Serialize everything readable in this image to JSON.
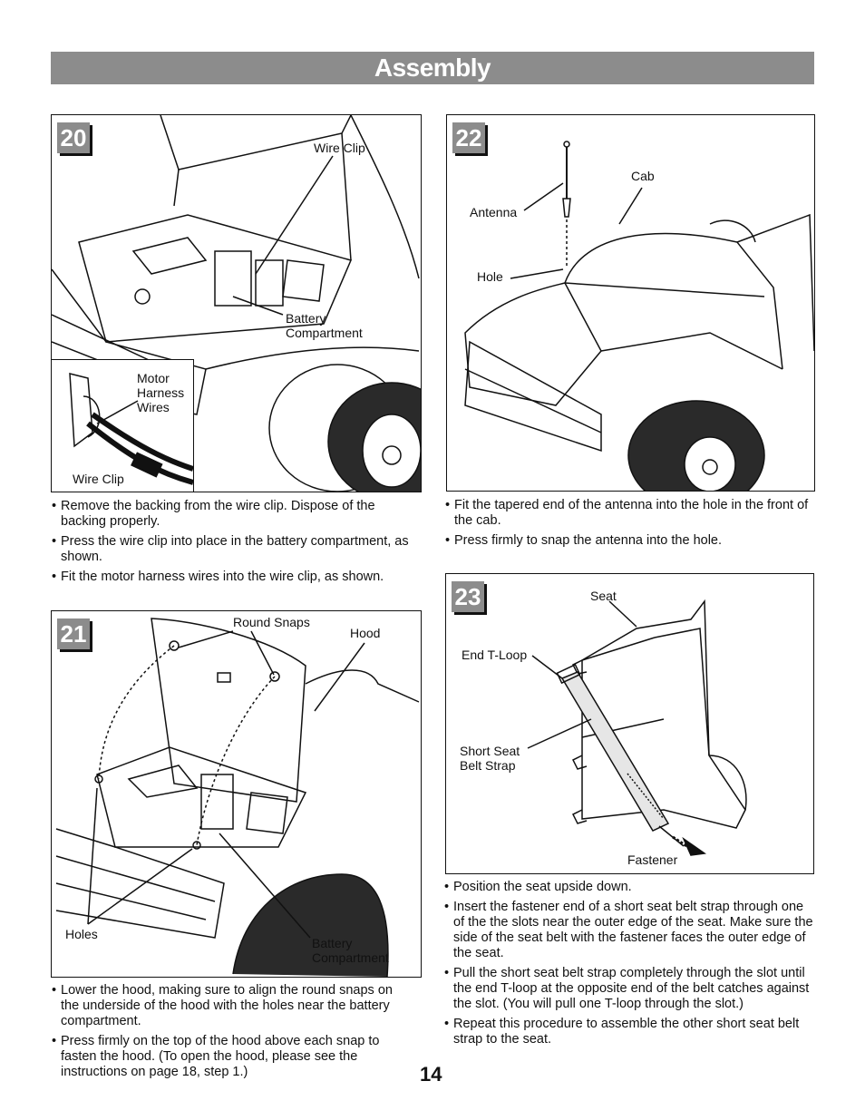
{
  "header": {
    "title": "Assembly"
  },
  "steps": {
    "s20": {
      "number": "20",
      "labels": {
        "wire_clip_top": "Wire Clip",
        "battery_compartment": "Battery Compartment",
        "motor_harness_wires": "Motor Harness Wires",
        "wire_clip_inset": "Wire Clip"
      },
      "bullets": [
        "Remove the backing from the wire clip. Dispose of the backing properly.",
        "Press the wire clip into place in the battery compartment, as shown.",
        "Fit the motor harness wires into the wire clip, as shown."
      ]
    },
    "s21": {
      "number": "21",
      "labels": {
        "round_snaps": "Round Snaps",
        "hood": "Hood",
        "holes": "Holes",
        "battery_compartment": "Battery Compartment"
      },
      "bullets": [
        "Lower the hood, making sure to align the round snaps on the underside of the hood with the holes near the battery compartment.",
        "Press firmly on the top of the hood above each snap to fasten the hood. (To open the hood, please see the instructions on page 18, step 1.)"
      ]
    },
    "s22": {
      "number": "22",
      "labels": {
        "cab": "Cab",
        "antenna": "Antenna",
        "hole": "Hole"
      },
      "bullets": [
        "Fit the tapered end of the antenna into the hole in the front of the cab.",
        "Press firmly to snap the antenna into the hole."
      ]
    },
    "s23": {
      "number": "23",
      "labels": {
        "seat": "Seat",
        "end_t_loop": "End T-Loop",
        "short_seat_belt_strap": "Short Seat Belt Strap",
        "fastener": "Fastener"
      },
      "bullets": [
        "Position the seat upside down.",
        "Insert the fastener end of a short seat belt strap through one of the the slots near the outer edge of the seat. Make sure the side of the seat belt with the fastener faces the outer edge of the seat.",
        "Pull the short seat belt strap completely through the slot until the end T-loop at the opposite end of the belt catches against the slot. (You will pull one T-loop through the slot.)",
        "Repeat this procedure to assemble the other short seat belt strap to the seat."
      ]
    }
  },
  "page_number": "14"
}
